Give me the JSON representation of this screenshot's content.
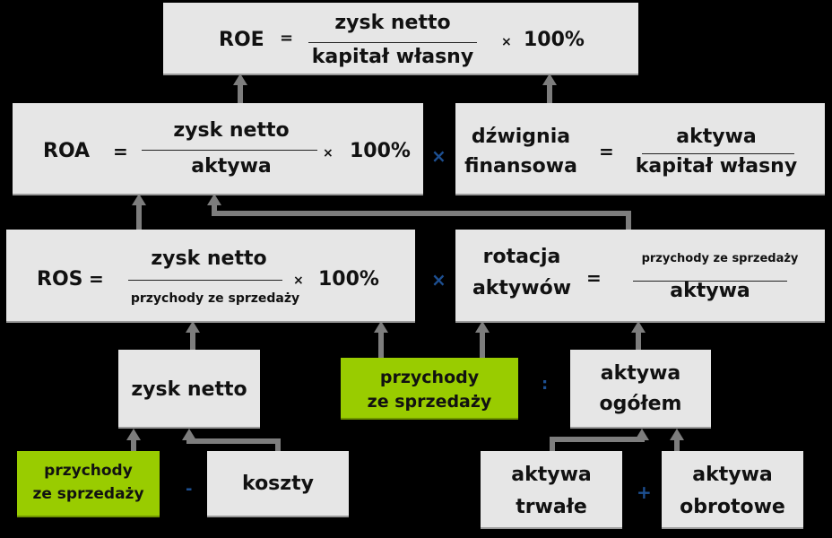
{
  "colors": {
    "background": "#000000",
    "box_gray": "#e6e6e6",
    "box_green": "#99cc00",
    "arrow": "#7d7d7d",
    "operator": "#1d4f91"
  },
  "roe": {
    "label": "ROE",
    "eq": "=",
    "numerator": "zysk netto",
    "denominator": "kapitał własny",
    "times": "×",
    "multiplier": "100%"
  },
  "roa": {
    "label": "ROA",
    "eq": "=",
    "numerator": "zysk netto",
    "denominator": "aktywa",
    "times": "×",
    "multiplier": "100%"
  },
  "leverage": {
    "label_line1": "dźwignia",
    "label_line2": "finansowa",
    "eq": "=",
    "numerator": "aktywa",
    "denominator": "kapitał własny"
  },
  "ros": {
    "label": "ROS",
    "eq": "=",
    "numerator": "zysk netto",
    "denominator": "przychody ze sprzedaży",
    "times": "×",
    "multiplier": "100%"
  },
  "turnover": {
    "label_line1": "rotacja",
    "label_line2": "aktywów",
    "eq": "=",
    "numerator": "przychody ze sprzedaży",
    "denominator": "aktywa"
  },
  "operators": {
    "roa_x_leverage": "×",
    "ros_x_turnover": "×",
    "revenue_div_assets": ":",
    "revenue_minus_costs": "-",
    "fixed_plus_current": "+"
  },
  "nodes": {
    "net_profit": "zysk netto",
    "revenue_mid_line1": "przychody",
    "revenue_mid_line2": "ze sprzedaży",
    "total_assets_line1": "aktywa",
    "total_assets_line2": "ogółem",
    "revenue_bottom_line1": "przychody",
    "revenue_bottom_line2": "ze sprzedaży",
    "costs": "koszty",
    "fixed_assets_line1": "aktywa",
    "fixed_assets_line2": "trwałe",
    "current_assets_line1": "aktywa",
    "current_assets_line2": "obrotowe"
  }
}
